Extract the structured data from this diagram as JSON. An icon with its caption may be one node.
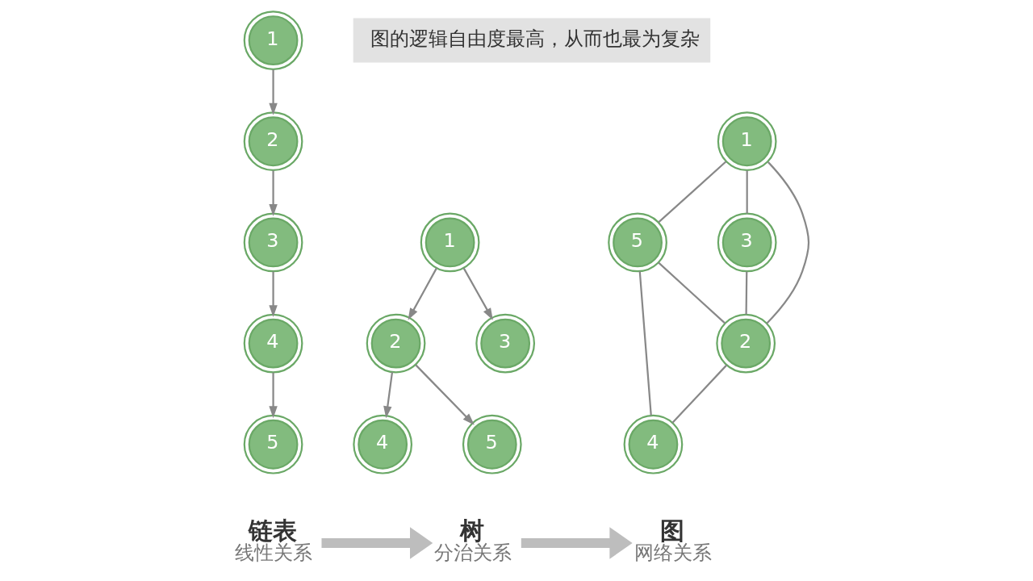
{
  "diagram": {
    "nodes": [
      {
        "text": [
          "1"
        ]
      },
      {
        "text": [
          "2"
        ]
      },
      {
        "text": [
          "3"
        ]
      },
      {
        "text": [
          "4"
        ]
      },
      {
        "text": [
          "5"
        ]
      },
      {
        "text": [
          "链表",
          "线性关系"
        ]
      },
      {
        "text": [
          "1"
        ]
      },
      {
        "text": [
          "2"
        ]
      },
      {
        "text": [
          "3"
        ]
      },
      {
        "text": [
          "4"
        ]
      },
      {
        "text": [
          "5"
        ]
      },
      {
        "text": [
          "树",
          "分治关系"
        ]
      },
      {
        "text": [
          "1"
        ]
      },
      {
        "text": [
          "5"
        ]
      },
      {
        "text": [
          "4"
        ]
      },
      {
        "text": [
          "3"
        ]
      },
      {
        "text": [
          "2"
        ]
      },
      {
        "text": [
          "图",
          "网络关系"
        ]
      },
      {
        "text": [
          "图的逻辑自由度最高，从而也最为复杂"
        ]
      }
    ],
    "edges": [
      {
        "from": 0,
        "to": 1,
        "arrow": "to"
      },
      {
        "from": 1,
        "to": 2,
        "arrow": "to"
      },
      {
        "from": 2,
        "to": 3,
        "arrow": "to"
      },
      {
        "from": 3,
        "to": 4,
        "arrow": "to"
      },
      {
        "from": 6,
        "to": 7,
        "arrow": "to"
      },
      {
        "from": 6,
        "to": 8,
        "arrow": "to"
      },
      {
        "from": 7,
        "to": 9,
        "arrow": "to"
      },
      {
        "from": 7,
        "to": 10,
        "arrow": "to"
      },
      {
        "from": 12,
        "to": 13,
        "arrow": "none"
      },
      {
        "from": 12,
        "to": 15,
        "arrow": "none"
      },
      {
        "from": 12,
        "to": 16,
        "arrow": "none"
      },
      {
        "from": 13,
        "to": 16,
        "arrow": "none"
      },
      {
        "from": 13,
        "to": 14,
        "arrow": "none"
      },
      {
        "from": 15,
        "to": 16,
        "arrow": "none"
      },
      {
        "from": 16,
        "to": 14,
        "arrow": "none"
      },
      {
        "from": 5,
        "to": 11,
        "arrow": "to",
        "style": "thick",
        "color": "#bdbdbd"
      },
      {
        "from": 11,
        "to": 17,
        "arrow": "to",
        "style": "thick",
        "color": "#bdbdbd"
      }
    ]
  }
}
